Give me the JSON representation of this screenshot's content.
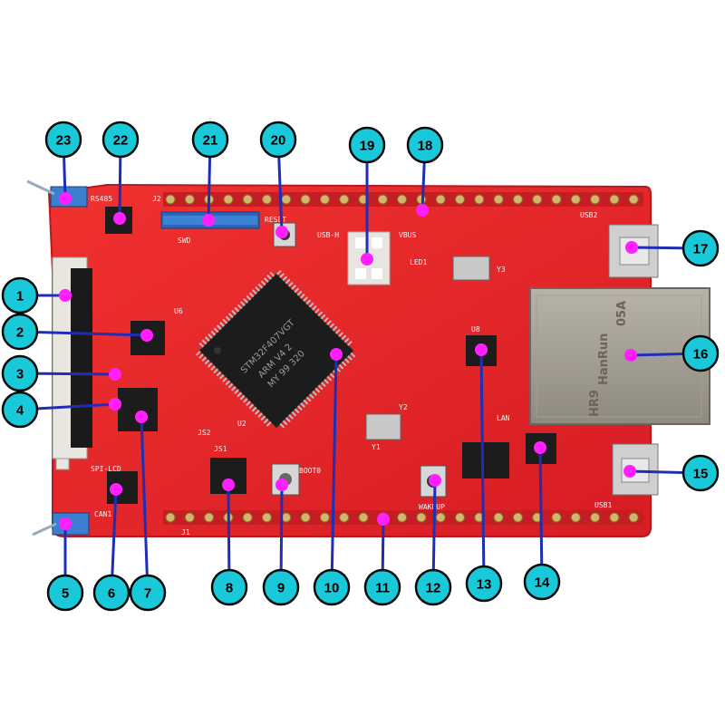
{
  "silkscreen": {
    "mcu_line1": "STM32F407VGT",
    "mcu_line2": "ARM V4 2",
    "mcu_line3": "MY 99 320",
    "label_swd": "SWD",
    "label_reset": "RESET",
    "label_usbh": "USB-H",
    "label_vbus": "VBUS",
    "label_led1": "LED1",
    "label_boot0": "BOOT0",
    "label_wakeup": "WAKEUP",
    "label_lan": "LAN",
    "label_sdlcd": "SPI-LCD",
    "label_can1": "CAN1",
    "label_rs485": "RS485",
    "label_usb1": "USB1",
    "label_usb2": "USB2",
    "label_j1": "J1",
    "label_j2": "J2",
    "label_js1": "JS1",
    "label_js2": "JS2",
    "label_u2": "U2",
    "label_u6": "U6",
    "label_u8": "U8",
    "label_y1": "Y1",
    "label_y2": "Y2",
    "label_y3": "Y3",
    "jack_brand": "HanRun",
    "jack_part": "HR9",
    "jack_code": "05A"
  },
  "callouts": [
    {
      "number": "1"
    },
    {
      "number": "2"
    },
    {
      "number": "3"
    },
    {
      "number": "4"
    },
    {
      "number": "5"
    },
    {
      "number": "6"
    },
    {
      "number": "7"
    },
    {
      "number": "8"
    },
    {
      "number": "9"
    },
    {
      "number": "10"
    },
    {
      "number": "11"
    },
    {
      "number": "12"
    },
    {
      "number": "13"
    },
    {
      "number": "14"
    },
    {
      "number": "15"
    },
    {
      "number": "16"
    },
    {
      "number": "17"
    },
    {
      "number": "18"
    },
    {
      "number": "19"
    },
    {
      "number": "20"
    },
    {
      "number": "21"
    },
    {
      "number": "22"
    },
    {
      "number": "23"
    }
  ],
  "colors": {
    "pcb": "#e8262b",
    "callout_fill": "#19c9d9",
    "leader_line": "#1f2fb5",
    "marker": "#ff1fff"
  }
}
